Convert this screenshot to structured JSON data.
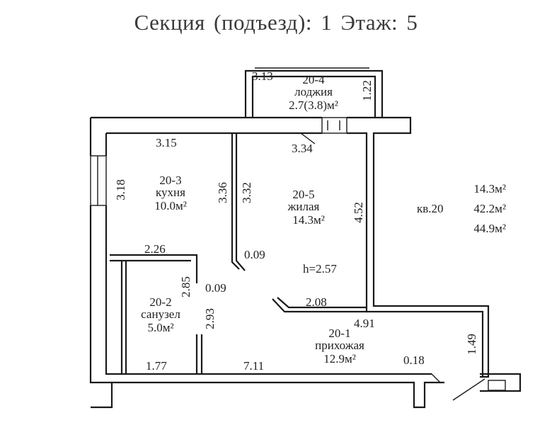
{
  "header": {
    "title": "Секция (подъезд): 1   Этаж: 5"
  },
  "rooms": {
    "loggia": {
      "id": "20-4",
      "name": "лоджия",
      "area": "2.7(3.8)м²"
    },
    "kitchen": {
      "id": "20-3",
      "name": "кухня",
      "area": "10.0м²"
    },
    "living": {
      "id": "20-5",
      "name": "жилая",
      "area": "14.3м²"
    },
    "bathroom": {
      "id": "20-2",
      "name": "санузел",
      "area": "5.0м²"
    },
    "hallway": {
      "id": "20-1",
      "name": "прихожая",
      "area": "12.9м²"
    }
  },
  "dimensions": {
    "d313": "3.13",
    "d122": "1.22",
    "d315": "3.15",
    "d334": "3.34",
    "d318": "3.18",
    "d336": "3.36",
    "d332": "3.32",
    "d452": "4.52",
    "d009a": "0.09",
    "d226": "2.26",
    "d285": "2.85",
    "d009b": "0.09",
    "d293": "2.93",
    "d208": "2.08",
    "d491": "4.91",
    "d177": "1.77",
    "d711": "7.11",
    "d018": "0.18",
    "d149": "1.49"
  },
  "ceiling_height": "h=2.57",
  "summary": {
    "living_area": "14.3м²",
    "apartment_label": "кв.20",
    "total_area": "42.2м²",
    "total_with_loggia": "44.9м²"
  }
}
